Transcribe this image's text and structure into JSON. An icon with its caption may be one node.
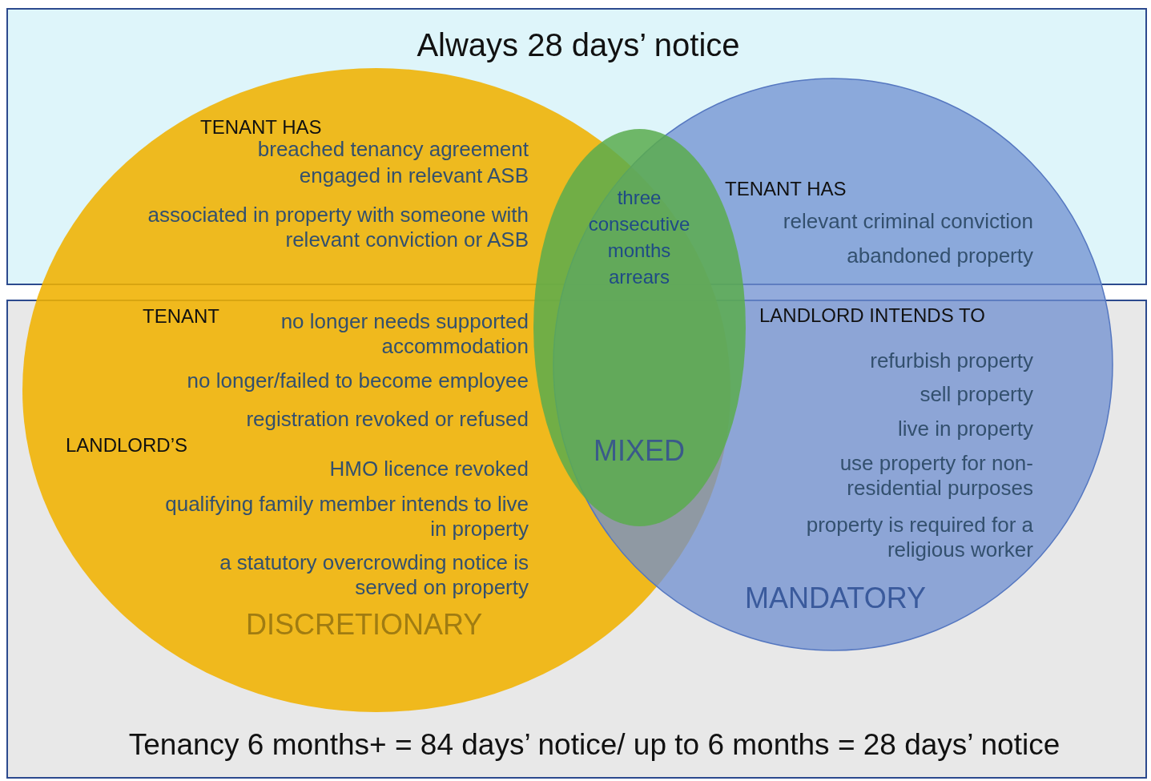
{
  "diagram": {
    "nodes": [
      {
        "text": [
          "Always 28 days’ notice"
        ]
      },
      {
        "text": [
          "Tenancy 6 months+ = 84 days’ notice/ up to 6 months = 28 days’ notice"
        ]
      },
      {
        "text": [
          "DISCRETIONARY"
        ]
      },
      {
        "text": [
          "MANDATORY"
        ]
      },
      {
        "text": [
          "three consecutive months arrears",
          "MIXED"
        ]
      },
      {
        "text": [
          "TENANT HAS",
          "breached tenancy agreement",
          "engaged in relevant ASB",
          "associated in property with someone with relevant conviction or ASB"
        ]
      },
      {
        "text": [
          "TENANT HAS",
          "relevant criminal conviction",
          "abandoned property"
        ]
      },
      {
        "text": [
          "TENANT",
          "no longer needs supported accommodation",
          "no longer/failed to become employee",
          "registration revoked or refused",
          "LANDLORD’S",
          "HMO licence revoked",
          "qualifying family member intends to live in property",
          "a statutory overcrowding notice is served on property"
        ]
      },
      {
        "text": [
          "LANDLORD INTENDS TO",
          "refurbish property",
          "sell property",
          "live in property",
          "use property for non-residential purposes",
          "property is required for a religious worker"
        ]
      }
    ]
  }
}
